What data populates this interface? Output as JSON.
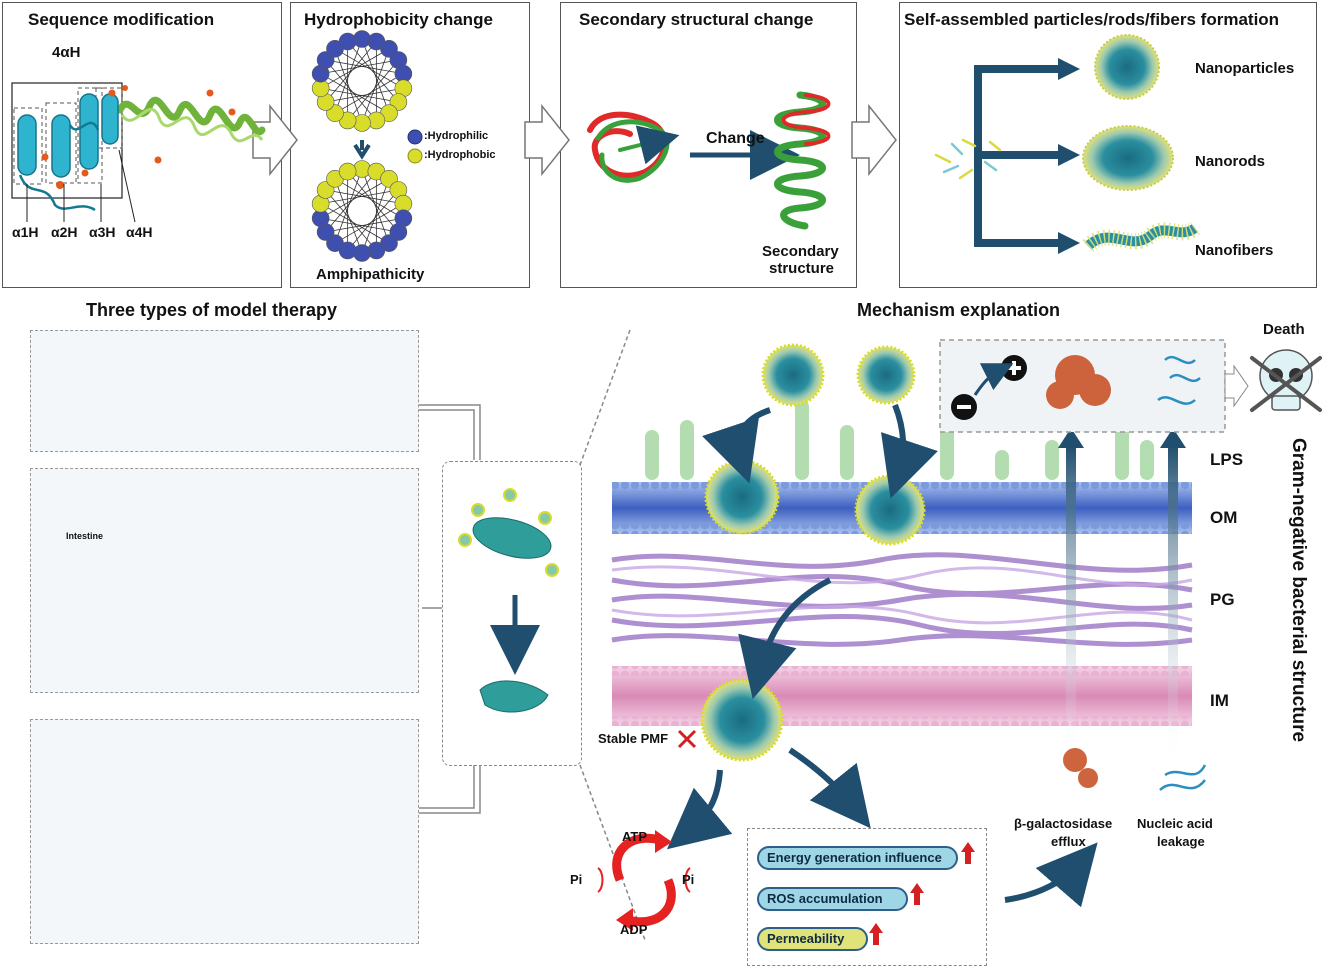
{
  "top_panels": {
    "sequence": {
      "title": "Sequence modification",
      "label_4ah": "4αH",
      "helix_labels": [
        "α1H",
        "α2H",
        "α3H",
        "α4H"
      ]
    },
    "hydrophobicity": {
      "title": "Hydrophobicity change",
      "legend_hydrophilic": ":Hydrophilic",
      "legend_hydrophobic": ":Hydrophobic",
      "caption": "Amphipathicity"
    },
    "secondary": {
      "title": "Secondary structural change",
      "change_label": "Change",
      "caption_line1": "Secondary",
      "caption_line2": "structure"
    },
    "assembly": {
      "title": "Self-assembled particles/rods/fibers formation",
      "items": [
        "Nanoparticles",
        "Nanorods",
        "Nanofibers"
      ]
    }
  },
  "therapy": {
    "title": "Three types of model therapy",
    "intestine_label": "Intestine"
  },
  "mechanism": {
    "title": "Mechanism explanation",
    "death_label": "Death",
    "layers": [
      "LPS",
      "OM",
      "PG",
      "IM"
    ],
    "vertical_title": "Gram-negative bacterial structure",
    "stable_pmf": "Stable PMF",
    "atp": "ATP",
    "adp": "ADP",
    "pi_left": "Pi",
    "pi_right": "Pi",
    "effects": [
      "Energy generation influence",
      "ROS accumulation",
      "Permeability"
    ],
    "efflux_line1": "β-galactosidase",
    "efflux_line2": "efflux",
    "leak_line1": "Nucleic acid",
    "leak_line2": "leakage"
  },
  "colors": {
    "hydrophilic": "#3f4fb0",
    "hydrophobic": "#d8dc2a",
    "arrow_dark": "#1f4e6e",
    "helix_cyan": "#2fb4d0",
    "helix_green": "#7cc24a",
    "om_blue": "#5a7fd0",
    "pg_purple": "#a07cc8",
    "im_pink": "#e3a3c6",
    "atp_red": "#e52222"
  }
}
